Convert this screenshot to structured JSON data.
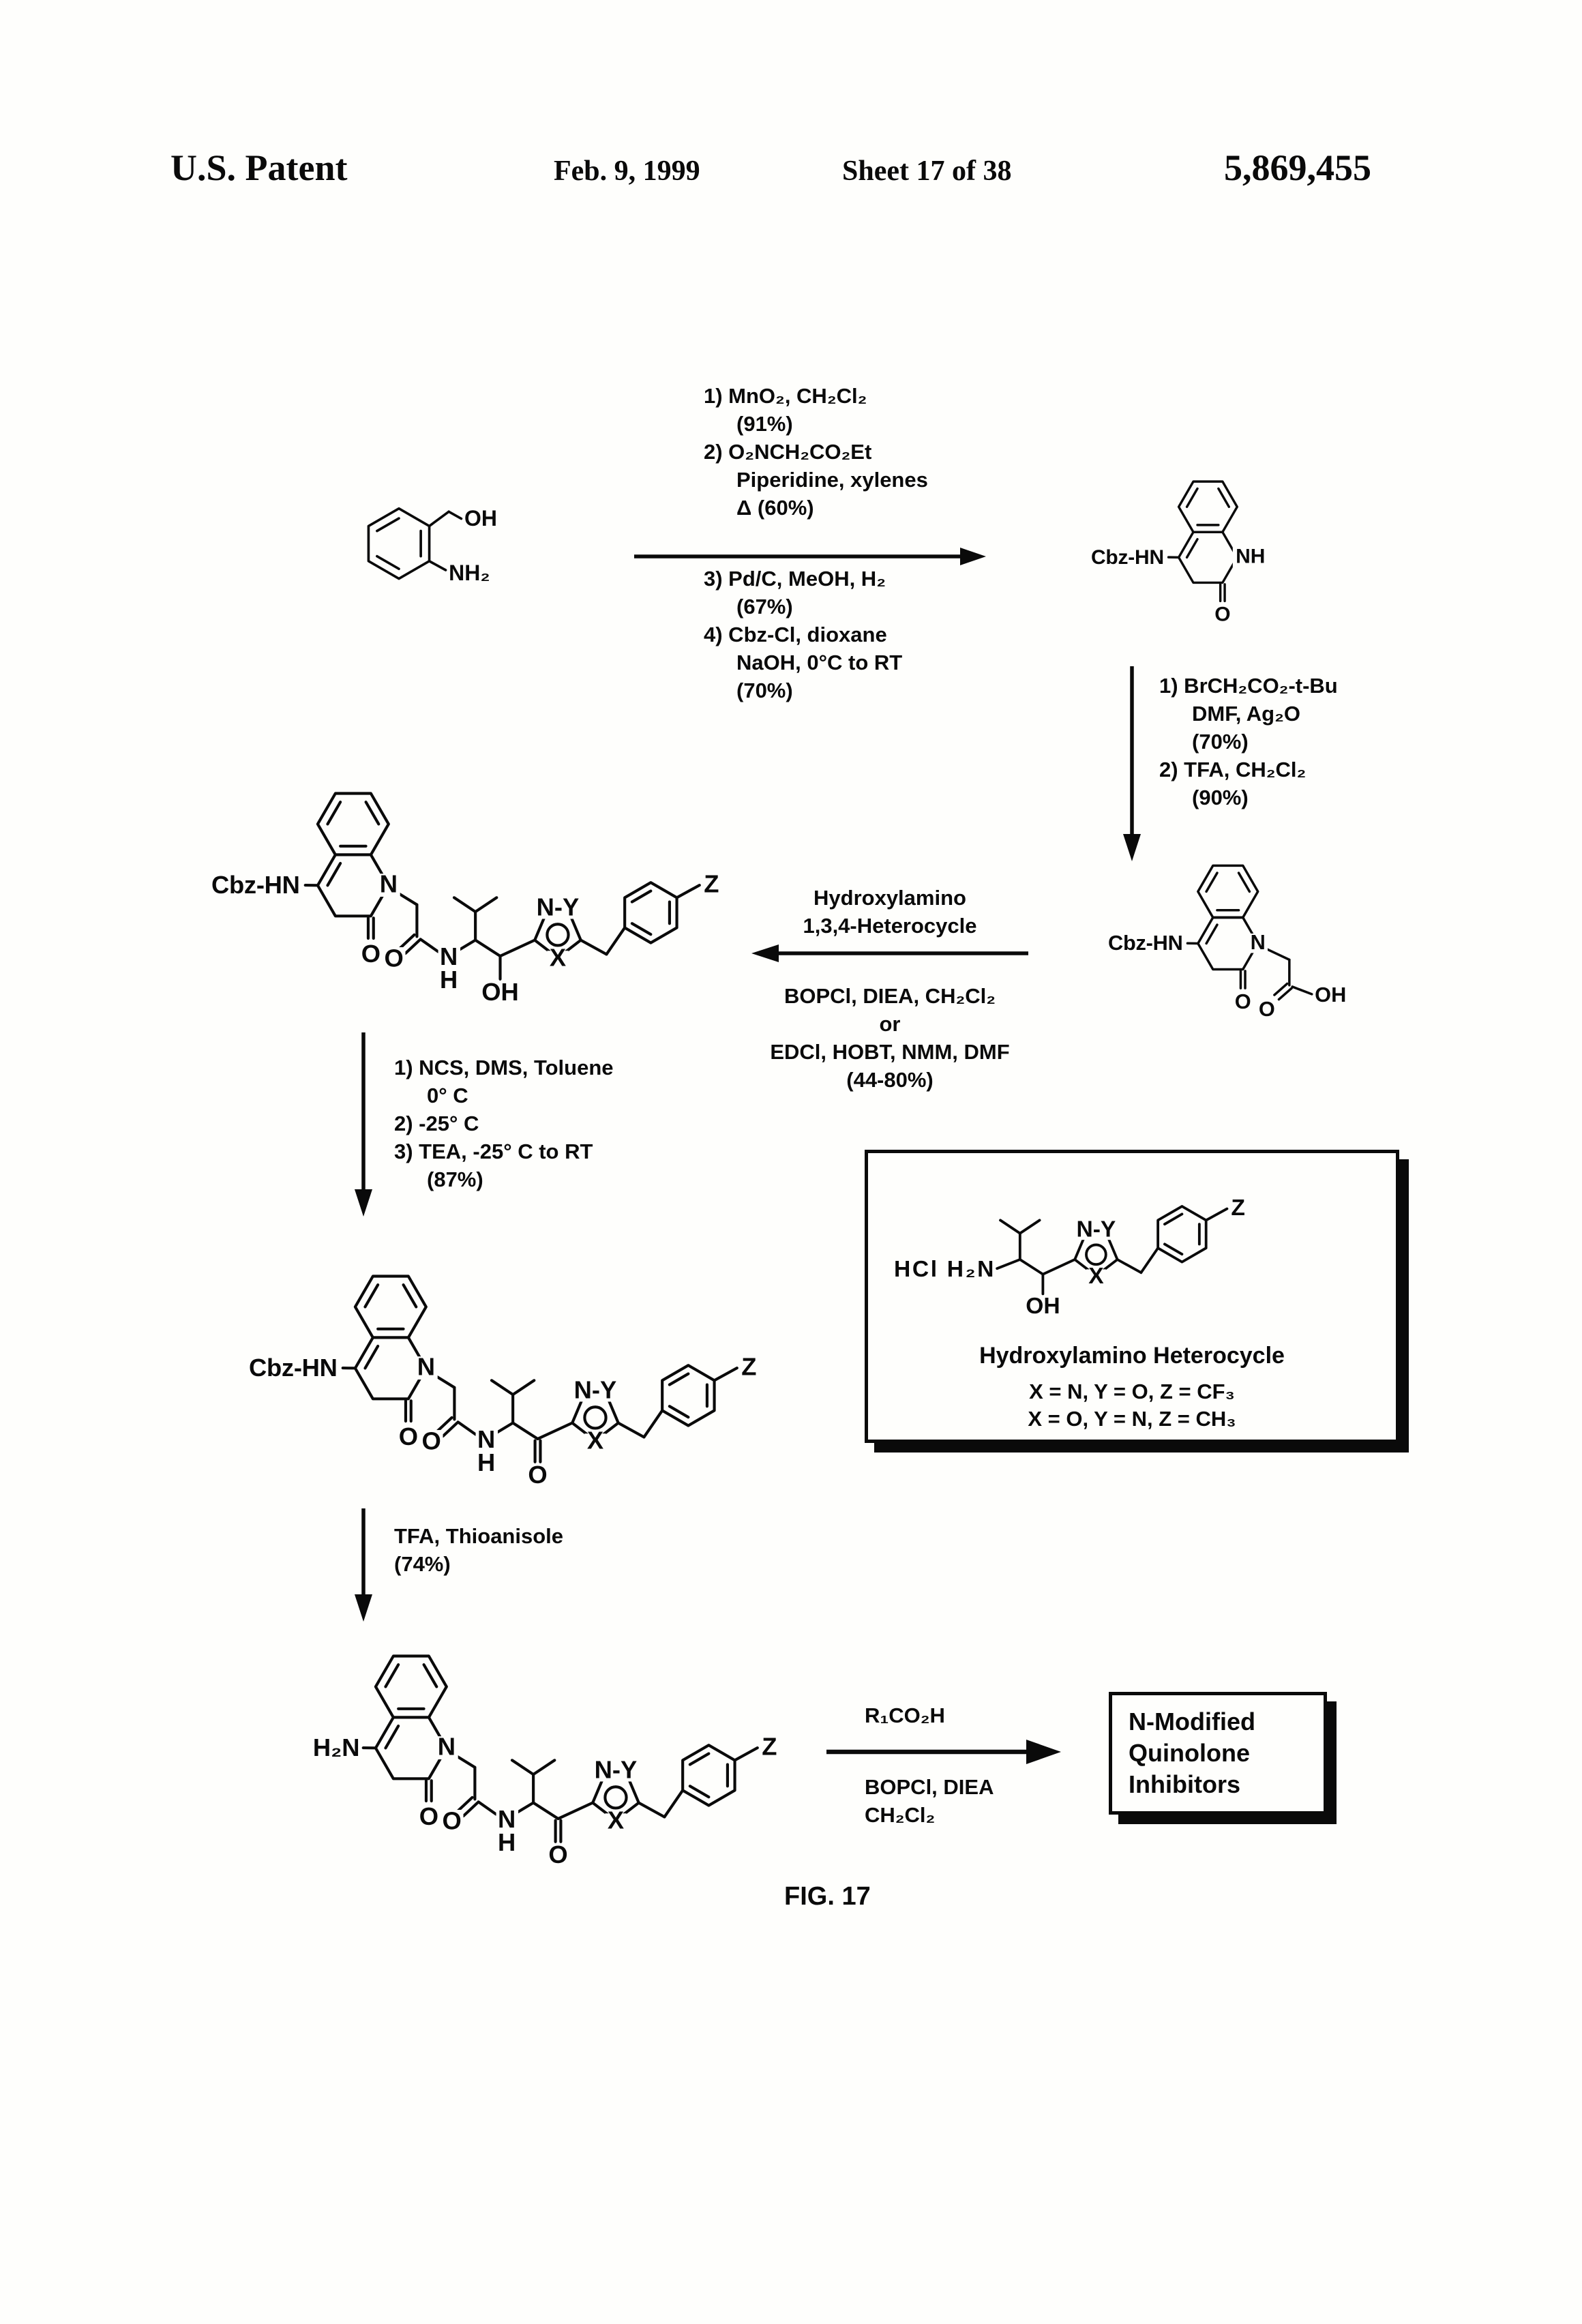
{
  "header": {
    "title": "U.S. Patent",
    "date": "Feb. 9, 1999",
    "sheet": "Sheet 17 of 38",
    "patent_number": "5,869,455"
  },
  "conditions": {
    "step1_above": [
      "1)  MnO₂, CH₂Cl₂",
      "(91%)",
      "2)  O₂NCH₂CO₂Et",
      "Piperidine, xylenes",
      "Δ  (60%)"
    ],
    "step1_below": [
      "3)  Pd/C, MeOH, H₂",
      "(67%)",
      "4)  Cbz-Cl, dioxane",
      "NaOH, 0°C to RT",
      "(70%)"
    ],
    "step2": [
      "1)  BrCH₂CO₂-t-Bu",
      "DMF, Ag₂O",
      "(70%)",
      "2)  TFA, CH₂Cl₂",
      "(90%)"
    ],
    "step3_above": [
      "Hydroxylamino",
      "1,3,4-Heterocycle"
    ],
    "step3_below": [
      "BOPCl, DIEA, CH₂Cl₂",
      "or",
      "EDCl, HOBT, NMM, DMF",
      "(44-80%)"
    ],
    "step4": [
      "1)  NCS, DMS, Toluene",
      "0° C",
      "2)  -25° C",
      "3)  TEA, -25° C to RT",
      "(87%)"
    ],
    "step5": [
      "TFA, Thioanisole",
      "(74%)"
    ],
    "step6_above": [
      "R₁CO₂H"
    ],
    "step6_below": [
      "BOPCl, DIEA",
      "CH₂Cl₂"
    ]
  },
  "structures": {
    "s1": {
      "oh": "OH",
      "nh2": "NH₂"
    },
    "s2": {
      "cbz": "Cbz-HN",
      "nh": "NH",
      "o": "O"
    },
    "s3": {
      "cbz": "Cbz-HN",
      "n": "N",
      "ring_o": "O",
      "acid_o": "O",
      "acid_oh": "OH"
    },
    "s4": {
      "cbz": "Cbz-HN",
      "n": "N",
      "ring_o": "O",
      "amide_o": "O",
      "amide_n": "N",
      "amide_h": "H",
      "oh": "OH",
      "ny": "N-Y",
      "x": "X",
      "z": "Z"
    },
    "s5": {
      "cbz": "Cbz-HN",
      "n": "N",
      "ring_o": "O",
      "amide_o": "O",
      "amide_n": "N",
      "amide_h": "H",
      "ket_o": "O",
      "ny": "N-Y",
      "x": "X",
      "z": "Z"
    },
    "s6": {
      "h2n": "H₂N",
      "n": "N",
      "ring_o": "O",
      "amide_o": "O",
      "amide_n": "N",
      "amide_h": "H",
      "ket_o": "O",
      "ny": "N-Y",
      "x": "X",
      "z": "Z"
    }
  },
  "het_box": {
    "amine": "HCl H₂N",
    "oh": "OH",
    "ny": "N-Y",
    "x": "X",
    "z": "Z",
    "caption": "Hydroxylamino Heterocycle",
    "defs": [
      "X = N, Y = O, Z = CF₃",
      "X = O, Y = N, Z = CH₃"
    ]
  },
  "product_box": {
    "lines": [
      "N-Modified",
      "Quinolone",
      "Inhibitors"
    ]
  },
  "figure_caption": "FIG. 17"
}
